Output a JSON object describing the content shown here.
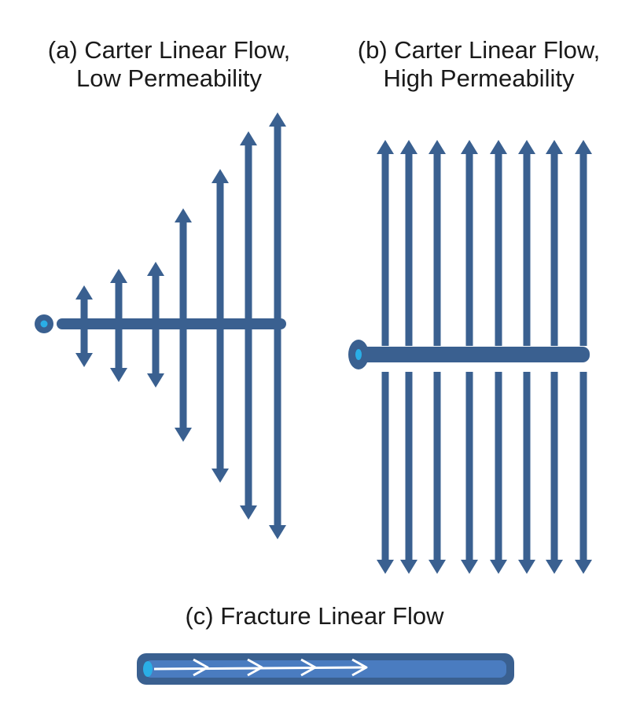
{
  "colors": {
    "flow": "#3a6090",
    "wellbore_dot": "#2aaee6",
    "fracture_fill": "#4a7cc0",
    "fracture_arrow": "#ffffff"
  },
  "panels": {
    "a": {
      "title_line1": "(a) Carter Linear Flow,",
      "title_line2": "Low Permeability"
    },
    "b": {
      "title_line1": "(b) Carter Linear Flow,",
      "title_line2": "High Permeability"
    },
    "c": {
      "title_line1": "(c) Fracture Linear Flow"
    }
  },
  "icons": {
    "arrow": "double-headed-arrow-icon",
    "well": "wellbore-icon",
    "fracture_arrow": "chevron-right-arrow-icon"
  }
}
